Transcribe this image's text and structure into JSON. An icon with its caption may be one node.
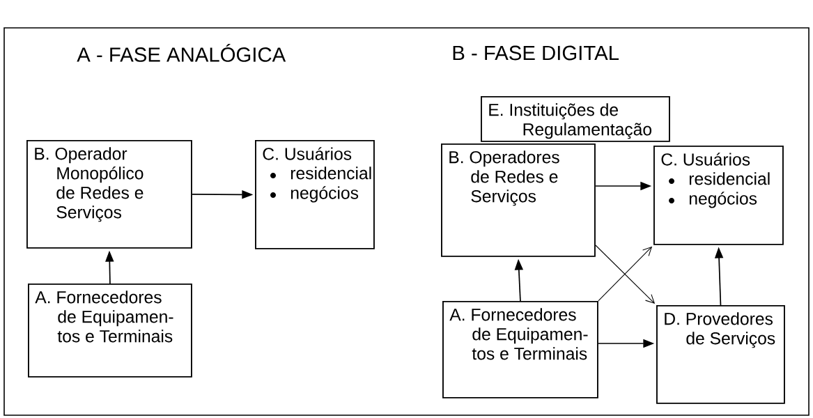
{
  "diagram": {
    "nodes": [
      {
        "text": [
          "B. Operador Monopólico de Redes e Serviços"
        ]
      },
      {
        "text": [
          "C. Usuários",
          "residencial",
          "negócios"
        ]
      },
      {
        "text": [
          "A. Fornecedores de Equipamen- tos e Terminais"
        ]
      },
      {
        "text": [
          "E. Instituições de Regulamentação"
        ]
      },
      {
        "text": [
          "B. Operadores de Redes e Serviços"
        ]
      },
      {
        "text": [
          "C. Usuários",
          "residencial",
          "negócios"
        ]
      },
      {
        "text": [
          "A. Fornecedores de Equipamen- tos e Terminais"
        ]
      },
      {
        "text": [
          "D. Provedores de Serviços"
        ]
      }
    ],
    "edges": [
      {
        "from": 2,
        "to": 0,
        "arrow": "to"
      },
      {
        "from": 0,
        "to": 1,
        "arrow": "to"
      },
      {
        "from": 6,
        "to": 4,
        "arrow": "to"
      },
      {
        "from": 4,
        "to": 5,
        "arrow": "to"
      },
      {
        "from": 4,
        "to": 7,
        "arrow": "to"
      },
      {
        "from": 6,
        "to": 5,
        "arrow": "to"
      },
      {
        "from": 6,
        "to": 7,
        "arrow": "to"
      },
      {
        "from": 7,
        "to": 5,
        "arrow": "to"
      }
    ],
    "labels": [
      "A - FASE ANALÓGICA",
      "B - FASE DIGITAL"
    ]
  }
}
